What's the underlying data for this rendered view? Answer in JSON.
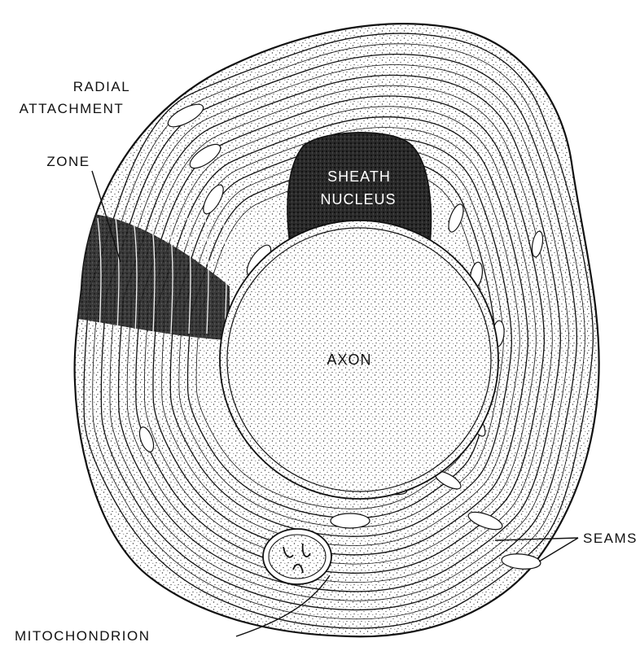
{
  "labels": {
    "radial_line1": "RADIAL",
    "radial_line2": "ATTACHMENT",
    "radial_line3": "ZONE",
    "sheath_line1": "SHEATH",
    "sheath_line2": "NUCLEUS",
    "axon": "AXON",
    "seams": "SEAMS",
    "mitochondrion": "MITOCHONDRION"
  },
  "colors": {
    "ink": "#111111",
    "paper": "#ffffff",
    "stipple": "#3a3a3a",
    "dark_zone": "#1c1c1c"
  }
}
